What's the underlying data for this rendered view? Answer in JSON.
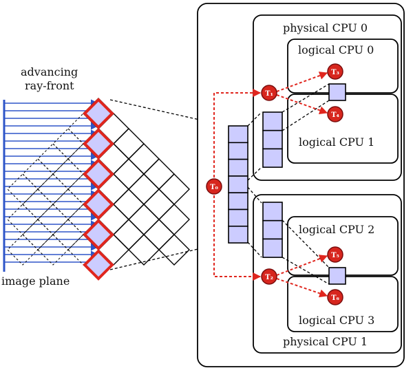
{
  "labels": {
    "advancing": "advancing",
    "ray_front": "ray-front",
    "image_plane": "image plane",
    "physical_cpu_0": "physical CPU 0",
    "physical_cpu_1": "physical CPU 1",
    "logical_cpu_0": "logical CPU 0",
    "logical_cpu_1": "logical CPU 1",
    "logical_cpu_2": "logical CPU 2",
    "logical_cpu_3": "logical CPU 3"
  },
  "threads": {
    "main": "T₀",
    "mid_top": "T₁",
    "mid_bottom": "T₂",
    "w1": "T₃",
    "w2": "T₄",
    "w3": "T₅",
    "w4": "T₆"
  },
  "colors": {
    "ray": "#2e55c8",
    "red": "#e0261e",
    "queue_fill": "#ccccff",
    "tile_fill": "#ccccff"
  }
}
